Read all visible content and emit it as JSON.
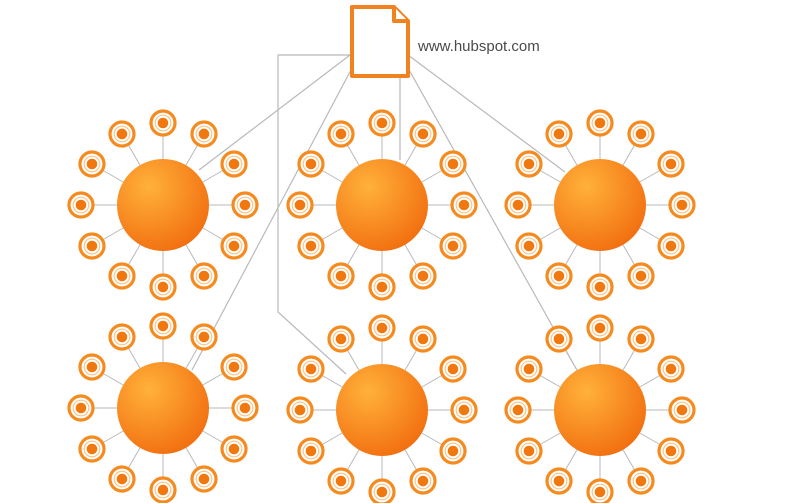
{
  "diagram": {
    "site_label": "www.hubspot.com",
    "colors": {
      "background": "#ffffff",
      "hub_light": "#ffb13b",
      "hub_dark": "#f26f10",
      "node_ring": "#f58a1f",
      "node_ring_light": "#fbc58a",
      "node_center": "#f0780f",
      "connector": "#b9b9b9",
      "document_stroke": "#f0821f"
    },
    "icons": {
      "root": "document-icon",
      "hub": "topic-cluster-hub",
      "leaf": "subtopic-node-icon"
    },
    "hubs": [
      {
        "id": "hub-1",
        "leaf_count": 12
      },
      {
        "id": "hub-2",
        "leaf_count": 12
      },
      {
        "id": "hub-3",
        "leaf_count": 12
      },
      {
        "id": "hub-4",
        "leaf_count": 12
      },
      {
        "id": "hub-5",
        "leaf_count": 12
      },
      {
        "id": "hub-6",
        "leaf_count": 12
      }
    ]
  }
}
